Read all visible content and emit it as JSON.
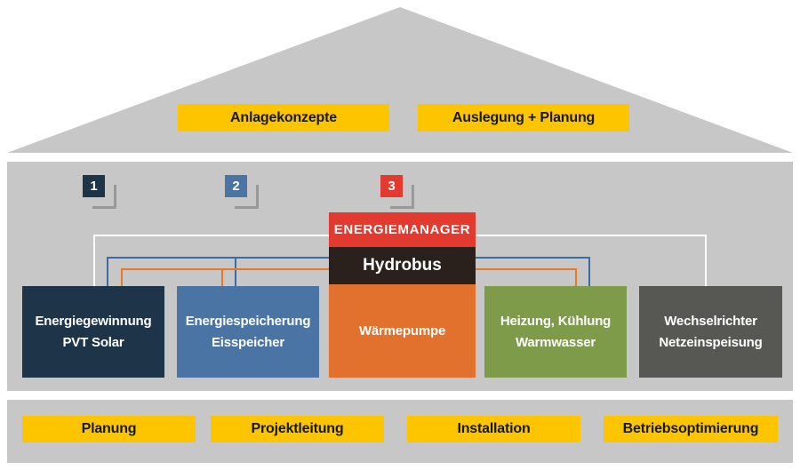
{
  "colors": {
    "panel_gray": "#c7c7c7",
    "yellow": "#fdc500",
    "label_text": "#14181f",
    "red": "#e23a2e",
    "dark": "#2a211d",
    "navy": "#1d3449",
    "steel_blue": "#4a74a3",
    "orange": "#e2712e",
    "green": "#7d9b49",
    "dark_gray": "#575753",
    "line_blue": "#3a6ca3",
    "line_orange": "#e87926",
    "line_white": "#ffffff",
    "bracket_gray": "#999999"
  },
  "roof": {
    "labels": [
      {
        "text": "Anlagekonzepte"
      },
      {
        "text": "Auslegung + Planung"
      }
    ]
  },
  "steps": [
    {
      "number": "1",
      "color": "#1d3449"
    },
    {
      "number": "2",
      "color": "#4a74a3"
    },
    {
      "number": "3",
      "color": "#e23a2e"
    }
  ],
  "manager": {
    "title": "ENERGIEMANAGER",
    "bus": "Hydrobus"
  },
  "components": [
    {
      "lines": [
        "Energiegewinnung",
        "PVT Solar"
      ],
      "color": "#1d3449"
    },
    {
      "lines": [
        "Energiespeicherung",
        "Eisspeicher"
      ],
      "color": "#4a74a3"
    },
    {
      "lines": [
        "Wärmepumpe"
      ],
      "color": "#e2712e"
    },
    {
      "lines": [
        "Heizung, Kühlung",
        "Warmwasser"
      ],
      "color": "#7d9b49"
    },
    {
      "lines": [
        "Wechselrichter",
        "Netzeinspeisung"
      ],
      "color": "#575753"
    }
  ],
  "footer": {
    "labels": [
      "Planung",
      "Projektleitung",
      "Installation",
      "Betriebsoptimierung"
    ]
  }
}
